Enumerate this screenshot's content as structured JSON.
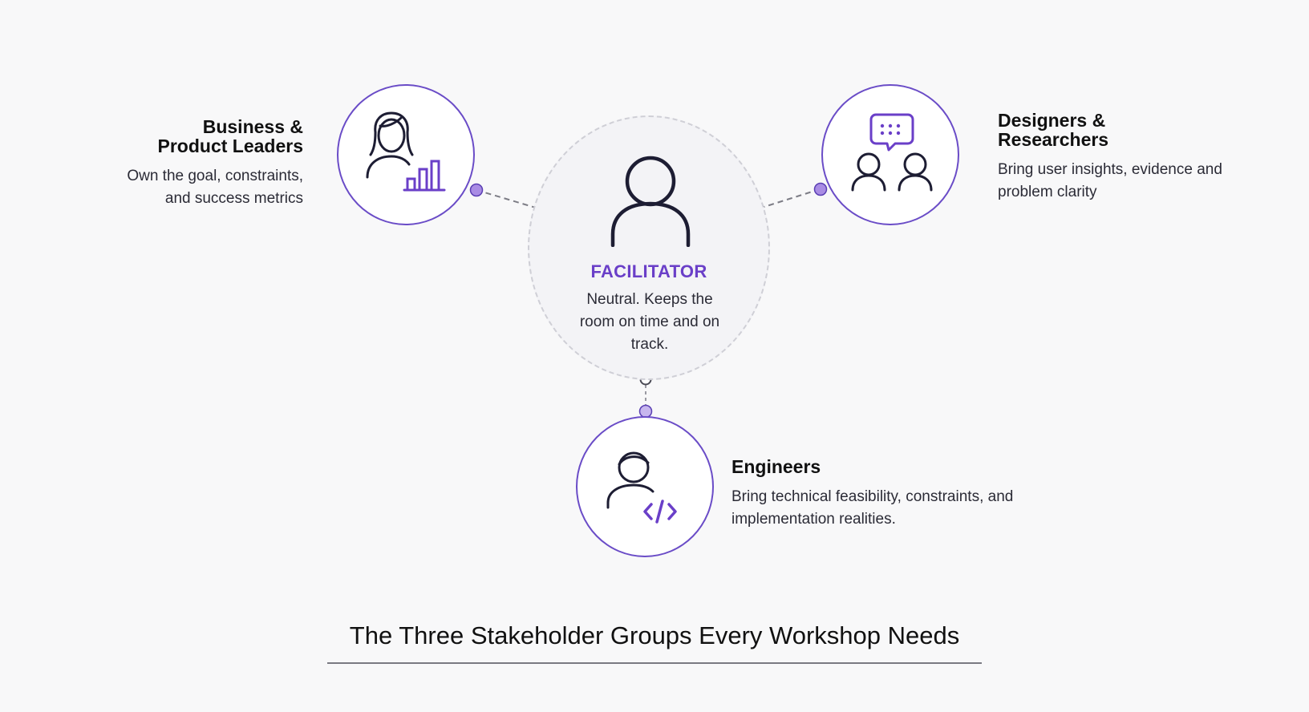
{
  "facilitator": {
    "title": "FACILITATOR",
    "description": "Neutral. Keeps the room on time and on track.",
    "icon": "person-icon"
  },
  "groups": [
    {
      "title_line1": "Business &",
      "title_line2": "Product Leaders",
      "description": "Own the goal, constraints, and success metrics",
      "icon": "leader-chart-icon"
    },
    {
      "title_line1": "Designers &",
      "title_line2": "Researchers",
      "description": "Bring user insights, evidence and problem clarity",
      "icon": "users-chat-icon"
    },
    {
      "title": "Engineers",
      "description": "Bring technical feasibility, constraints, and implementation realities.",
      "icon": "engineer-code-icon"
    }
  ],
  "footer": {
    "title": "The Three Stakeholder Groups Every Workshop Needs"
  },
  "colors": {
    "accent": "#6a3fc8",
    "ring": "#6a4cc7",
    "dot": "#a98ce4",
    "ink": "#141421",
    "background": "#f8f8f9"
  }
}
